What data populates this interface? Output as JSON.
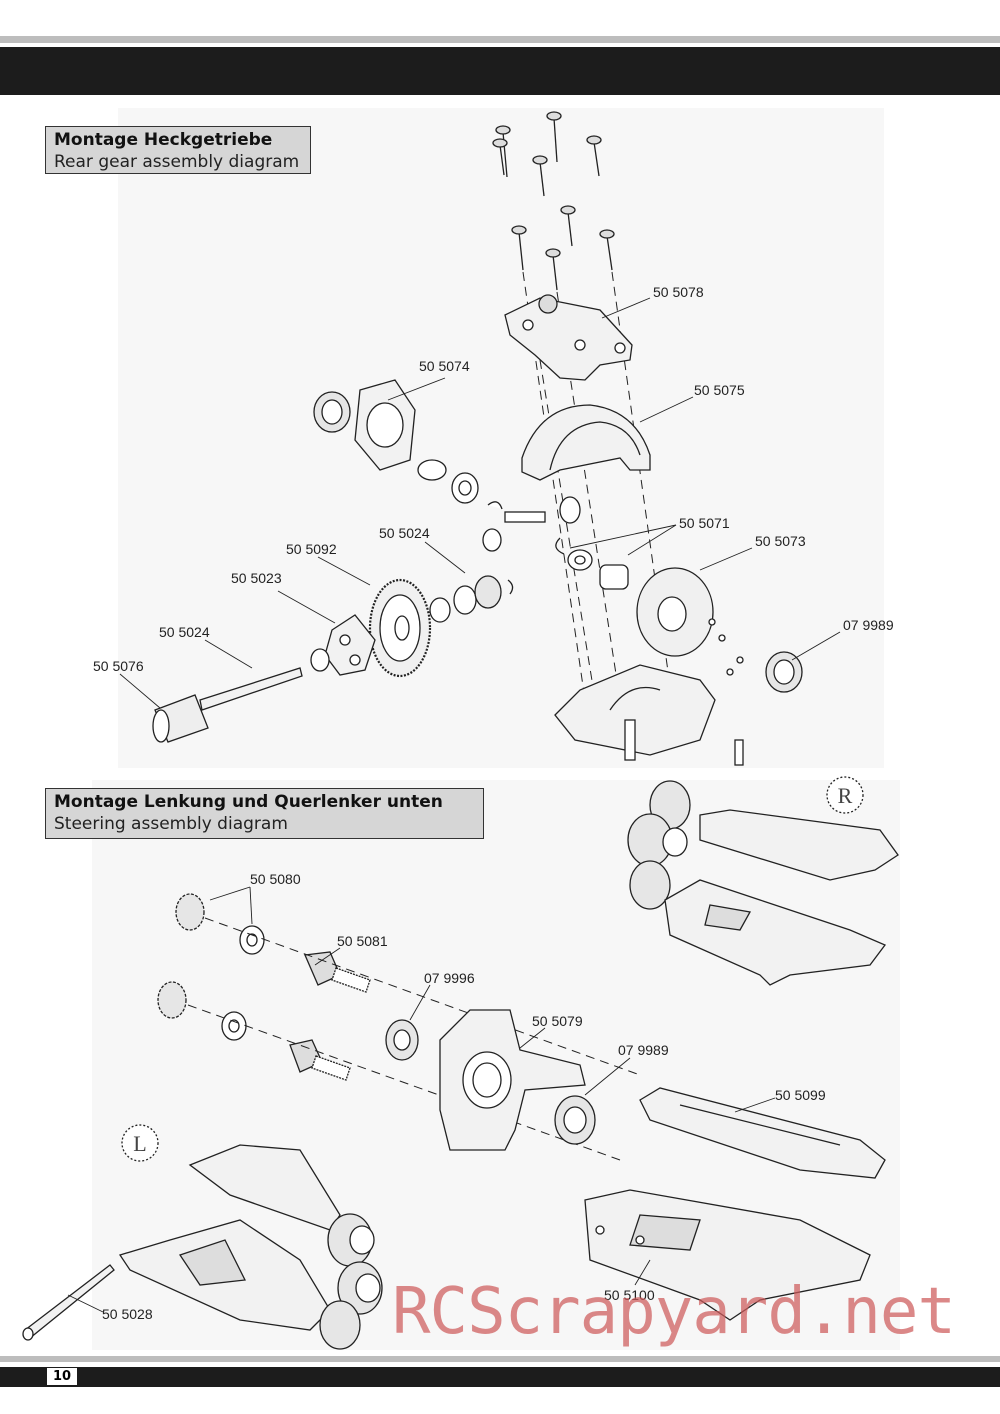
{
  "page": {
    "number": "10"
  },
  "sections": {
    "rear": {
      "title_de": "Montage Heckgetriebe",
      "title_en": "Rear gear assembly diagram"
    },
    "steering": {
      "title_de": "Montage Lenkung und Querlenker unten",
      "title_en": "Steering assembly diagram"
    }
  },
  "rear_parts": [
    "50 5078",
    "50 5074",
    "50 5075",
    "50 5071",
    "50 5024",
    "50 5073",
    "50 5092",
    "50 5023",
    "07 9989",
    "50 5024",
    "50 5076"
  ],
  "steering_parts": [
    "50 5080",
    "50 5081",
    "07 9996",
    "50 5079",
    "07 9989",
    "50 5099",
    "50 5100",
    "50 5028"
  ],
  "side_marks": {
    "right": "R",
    "left": "L"
  },
  "watermark": "RCScrapyard.net"
}
